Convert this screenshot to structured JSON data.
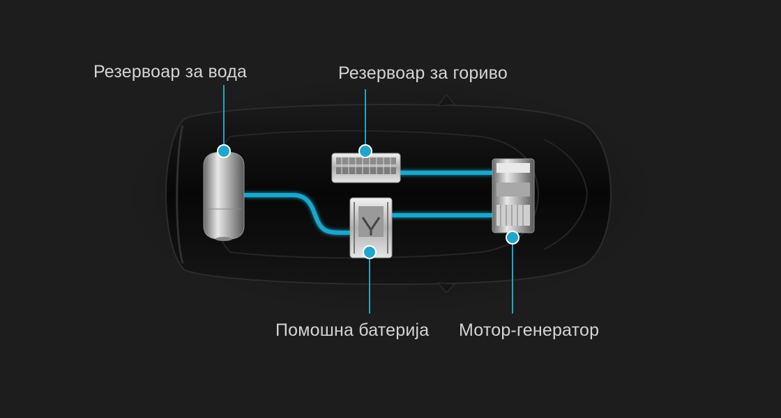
{
  "diagram": {
    "colors": {
      "background": "#1d1d1d",
      "accent": "#1fa6cc",
      "label_text": "#d4d4d4"
    },
    "components": [
      {
        "id": "water-tank",
        "label": "Резервоар за вода"
      },
      {
        "id": "fuel-tank",
        "label": "Резервоар за гориво"
      },
      {
        "id": "auxiliary-battery",
        "label": "Помошна батерија"
      },
      {
        "id": "motor-generator",
        "label": "Мотор-генератор"
      }
    ],
    "connections": [
      {
        "from": "water-tank",
        "to": "auxiliary-battery"
      },
      {
        "from": "fuel-tank",
        "to": "motor-generator"
      },
      {
        "from": "auxiliary-battery",
        "to": "motor-generator"
      }
    ]
  }
}
